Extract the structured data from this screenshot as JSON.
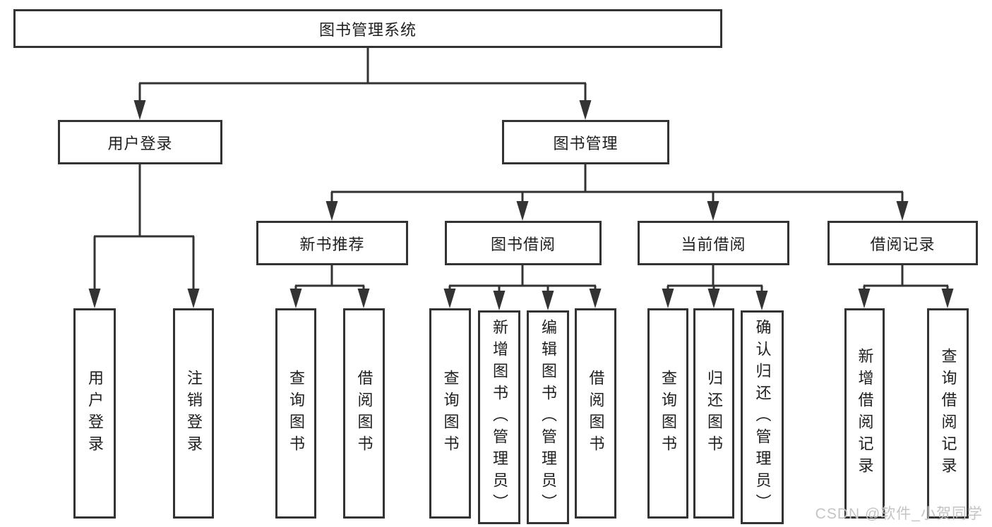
{
  "diagram": {
    "root": {
      "label": "图书管理系统"
    },
    "branches": [
      {
        "label": "用户登录",
        "leaves": [
          "用户登录",
          "注销登录"
        ]
      },
      {
        "label": "图书管理",
        "groups": [
          {
            "label": "新书推荐",
            "leaves": [
              "查询图书",
              "借阅图书"
            ]
          },
          {
            "label": "图书借阅",
            "leaves": [
              "查询图书",
              "新增图书（管理员）",
              "编辑图书（管理员）",
              "借阅图书"
            ]
          },
          {
            "label": "当前借阅",
            "leaves": [
              "查询图书",
              "归还图书",
              "确认归还（管理员）"
            ]
          },
          {
            "label": "借阅记录",
            "leaves": [
              "新增借阅记录",
              "查询借阅记录"
            ]
          }
        ]
      }
    ]
  },
  "watermark": {
    "text": "CSDN @软件_小贺同学"
  },
  "colors": {
    "line": "#333333",
    "box_border": "#333333",
    "text": "#1f1f1f",
    "watermark": "#c4c4c4",
    "background": "#ffffff"
  }
}
